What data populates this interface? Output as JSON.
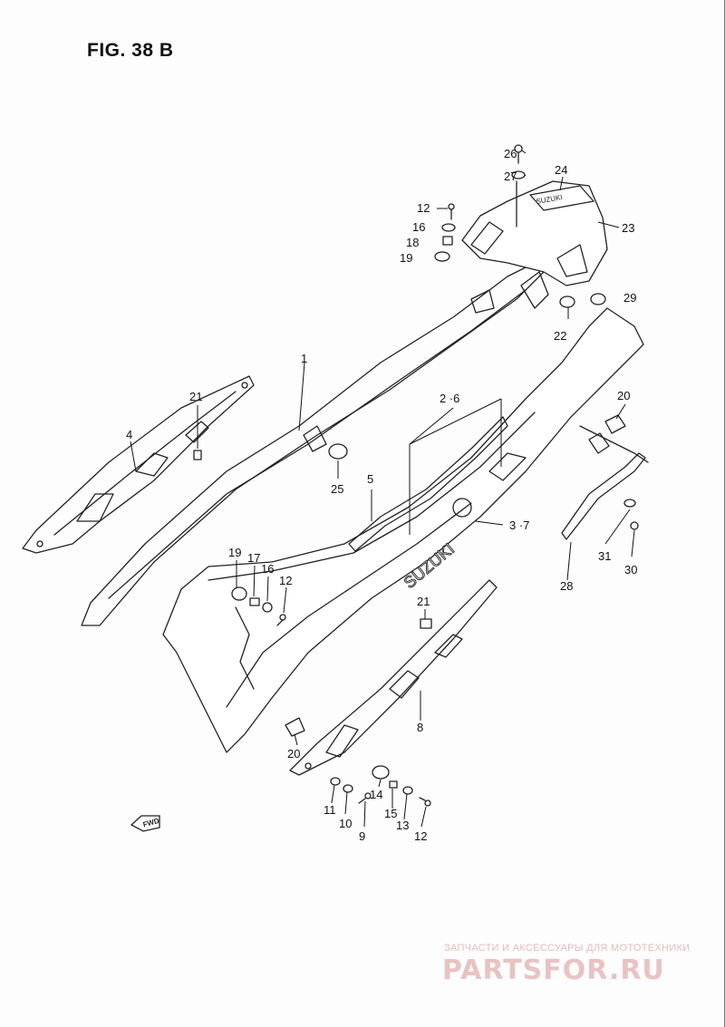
{
  "figure": {
    "title": "FIG. 38 B"
  },
  "parts": [
    {
      "id": "p26",
      "label": "26"
    },
    {
      "id": "p27",
      "label": "27"
    },
    {
      "id": "p24",
      "label": "24"
    },
    {
      "id": "p23",
      "label": "23"
    },
    {
      "id": "p12a",
      "label": "12"
    },
    {
      "id": "p16a",
      "label": "16"
    },
    {
      "id": "p18",
      "label": "18"
    },
    {
      "id": "p19a",
      "label": "19"
    },
    {
      "id": "p29",
      "label": "29"
    },
    {
      "id": "p22",
      "label": "22"
    },
    {
      "id": "p1",
      "label": "1"
    },
    {
      "id": "p21a",
      "label": "21"
    },
    {
      "id": "p4",
      "label": "4"
    },
    {
      "id": "p26b",
      "label": "2 ·6"
    },
    {
      "id": "p20a",
      "label": "20"
    },
    {
      "id": "p25",
      "label": "25"
    },
    {
      "id": "p5",
      "label": "5"
    },
    {
      "id": "p37",
      "label": "3 ·7"
    },
    {
      "id": "p31",
      "label": "31"
    },
    {
      "id": "p30",
      "label": "30"
    },
    {
      "id": "p28",
      "label": "28"
    },
    {
      "id": "p19b",
      "label": "19"
    },
    {
      "id": "p17",
      "label": "17"
    },
    {
      "id": "p16b",
      "label": "16"
    },
    {
      "id": "p12b",
      "label": "12"
    },
    {
      "id": "p21b",
      "label": "21"
    },
    {
      "id": "p8",
      "label": "8"
    },
    {
      "id": "p20b",
      "label": "20"
    },
    {
      "id": "p11",
      "label": "11"
    },
    {
      "id": "p10",
      "label": "10"
    },
    {
      "id": "p9",
      "label": "9"
    },
    {
      "id": "p14",
      "label": "14"
    },
    {
      "id": "p15",
      "label": "15"
    },
    {
      "id": "p13",
      "label": "13"
    },
    {
      "id": "p12c",
      "label": "12"
    }
  ],
  "cover_brand_text": "SUZUKI",
  "direction_marker": "FWD",
  "watermark": {
    "tagline": "ЗАПЧАСТИ И АКСЕССУАРЫ ДЛЯ МОТОТЕХНИКИ",
    "logo": "PARTSFOR.RU"
  }
}
